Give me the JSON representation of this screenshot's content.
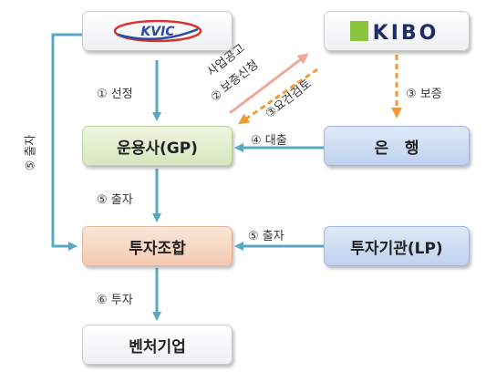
{
  "nodes": {
    "kvic": {
      "label": "KVIC"
    },
    "kibo": {
      "label": "KIBO"
    },
    "gp": {
      "label": "운용사(GP)"
    },
    "bank": {
      "label": "은   행"
    },
    "fund": {
      "label": "투자조합"
    },
    "lp": {
      "label": "투자기관(LP)"
    },
    "venture": {
      "label": "벤처기업"
    }
  },
  "edges": {
    "select": "① 선정",
    "apply_line1": "사업공고",
    "apply_line2": "보증신청",
    "review": "③요건검토",
    "guarantee": "③ 보증",
    "loan": "④ 대출",
    "invest_gp": "⑤ 출자",
    "invest_lp": "⑤ 출자",
    "invest_kvic": "⑤ 출자",
    "invest_venture": "⑥ 투자",
    "apply_num": "②"
  },
  "colors": {
    "arrow_teal": "#5aa9c4",
    "arrow_salmon": "#f0a89a",
    "arrow_orange": "#f29a3a",
    "kvic_red": "#d6342c",
    "kvic_blue": "#2c49a7",
    "kibo_green": "#8bc43f",
    "kibo_navy": "#1f2d6b"
  }
}
